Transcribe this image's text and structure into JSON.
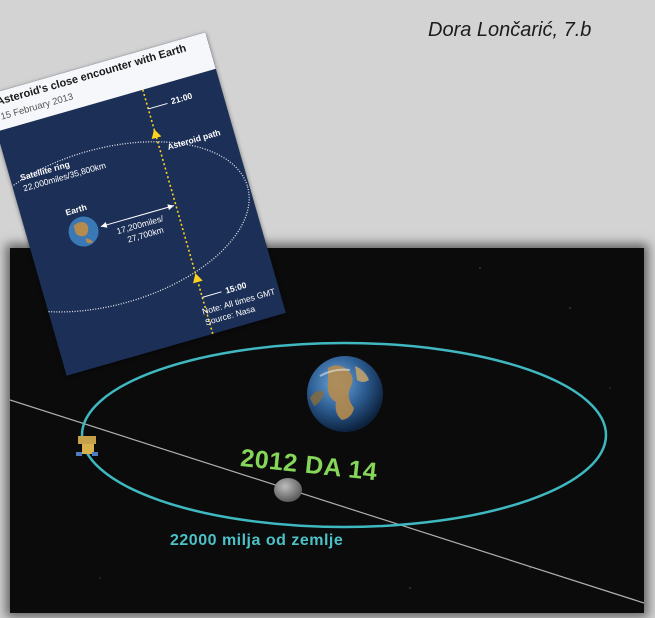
{
  "author": "Dora Lončarić, 7.b",
  "space_image": {
    "asteroid_label": "2012 DA 14",
    "distance_label": "22000 milja od zemlje",
    "colors": {
      "orbit": "#3fb8c0",
      "asteroid_label": "#86d65a",
      "path_line": "#b0b0b0"
    }
  },
  "infographic": {
    "title": "Asteroid's close encounter with Earth",
    "date": "15 February 2013",
    "satellite_ring_label": "Satellite ring",
    "satellite_ring_distance": "22,000miles/35,800km",
    "earth_label": "Earth",
    "earth_distance_line1": "17,200miles/",
    "earth_distance_line2": "27,700km",
    "asteroid_path_label": "Asteroid path",
    "time_top": "21:00",
    "time_bottom": "15:00",
    "note": "Note: All times GMT",
    "source": "Source: Nasa",
    "colors": {
      "background": "#1c2f56",
      "path": "#ffd21f",
      "ring": "#ffffff"
    }
  }
}
